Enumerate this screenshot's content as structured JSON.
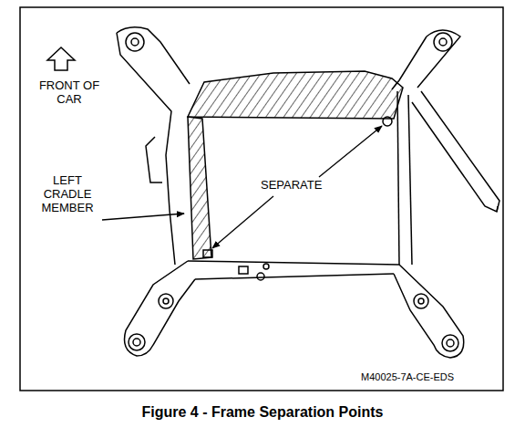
{
  "diagram": {
    "caption": "Figure 4 - Frame Separation Points",
    "labels": [
      "FRONT OF CAR",
      "LEFT CRADLE MEMBER",
      "SEPARATE",
      "M40025-7A-CE-EDS"
    ]
  }
}
